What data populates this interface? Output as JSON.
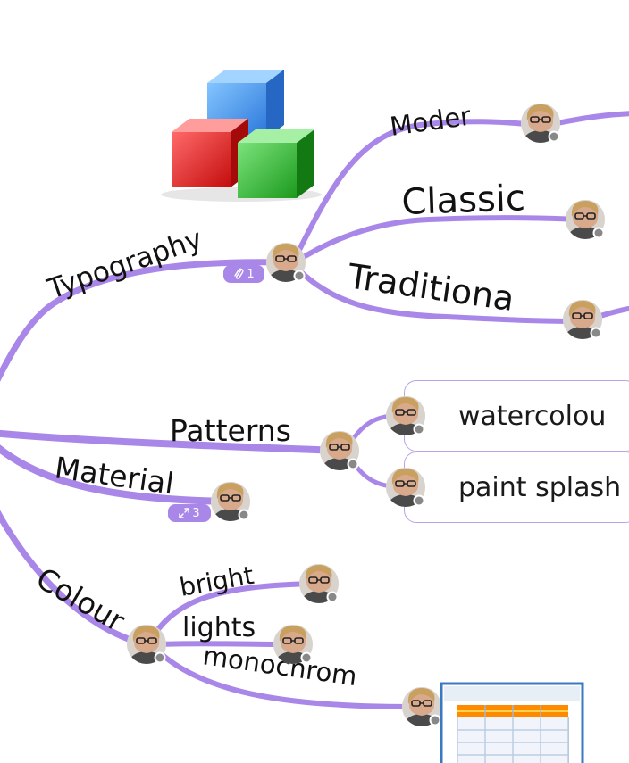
{
  "colors": {
    "branch": "#a987e8",
    "badge": "#a987e8",
    "box_border": "#b9a2e6"
  },
  "nodes": {
    "typography": "Typography",
    "modern": "Moder",
    "classic": "Classic",
    "traditional": "Traditiona",
    "patterns": "Patterns",
    "watercolour": "watercolou",
    "paint_splash": "paint splash",
    "material": "Material",
    "colour": "Colour",
    "bright": "bright",
    "lights": "lights",
    "monochrome": "monochrom"
  },
  "badges": {
    "typography_attachments": "1",
    "material_collapsed": "3"
  },
  "icons": {
    "attachment": "paperclip-icon",
    "expand": "expand-icon",
    "cubes": "cubes-image",
    "spreadsheet": "spreadsheet-image",
    "avatar": "avatar-icon"
  }
}
